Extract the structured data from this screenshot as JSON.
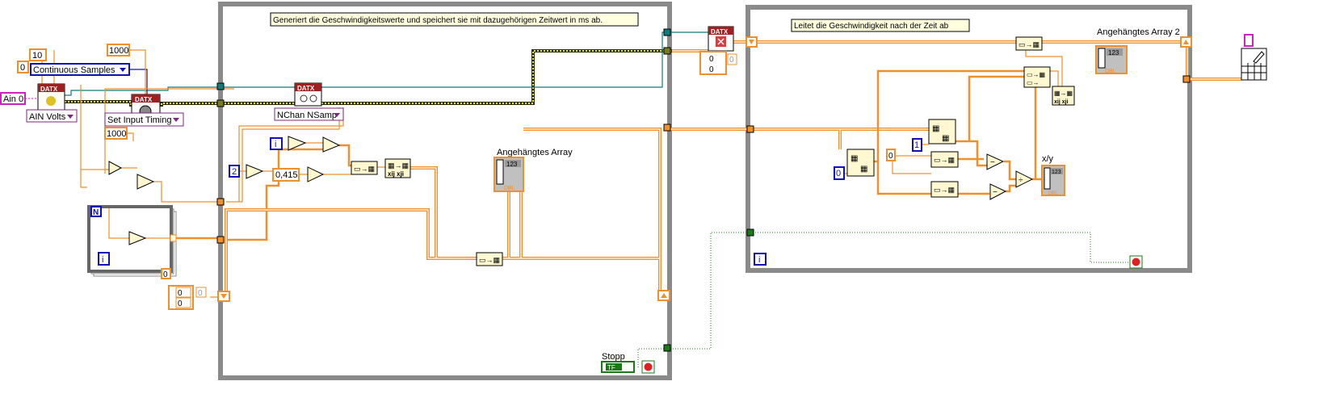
{
  "left": {
    "const_10": "10",
    "const_0": "0",
    "sample_mode": "Continuous Samples",
    "const_rate": "1000",
    "channel": "Ain 0",
    "create_label": "DATX",
    "channel_type": "AIN Volts",
    "timing_label": "DATX",
    "timing_mode": "Set Input Timing",
    "const_samples": "1000",
    "loop_count": "N",
    "loop_iter": "i",
    "loop_tunnel_value": "0",
    "cluster_values": [
      "0",
      "0",
      "0"
    ]
  },
  "frame1": {
    "comment": "Generiert die Geschwindigkeitswerte und speichert sie mit dazugehörigen Zeitwert in ms ab.",
    "read_label": "DATX",
    "read_mode": "NChan NSamp",
    "iter": "i",
    "const_2": "2",
    "const_factor": "0,415",
    "indicator_label": "Angehängtes Array",
    "indicator_num": "123",
    "indicator_type": "DBL",
    "stop_label": "Stopp",
    "stop_value": "TF"
  },
  "clear": {
    "label": "DATX",
    "values": [
      "0",
      "0",
      "0"
    ]
  },
  "frame2": {
    "comment": "Leitet die Geschwindigkeit nach der Zeit ab",
    "indicator2_label": "Angehängtes Array 2",
    "indicator_num": "123",
    "indicator_type": "DBL",
    "const_1": "1",
    "const_0a": "0",
    "const_0b": "0",
    "xy_label": "x/y",
    "iter": "i"
  },
  "colors": {
    "numeric_wire": "#f0902a",
    "task_wire": "#e8e840",
    "frame": "#8a8a8a"
  }
}
